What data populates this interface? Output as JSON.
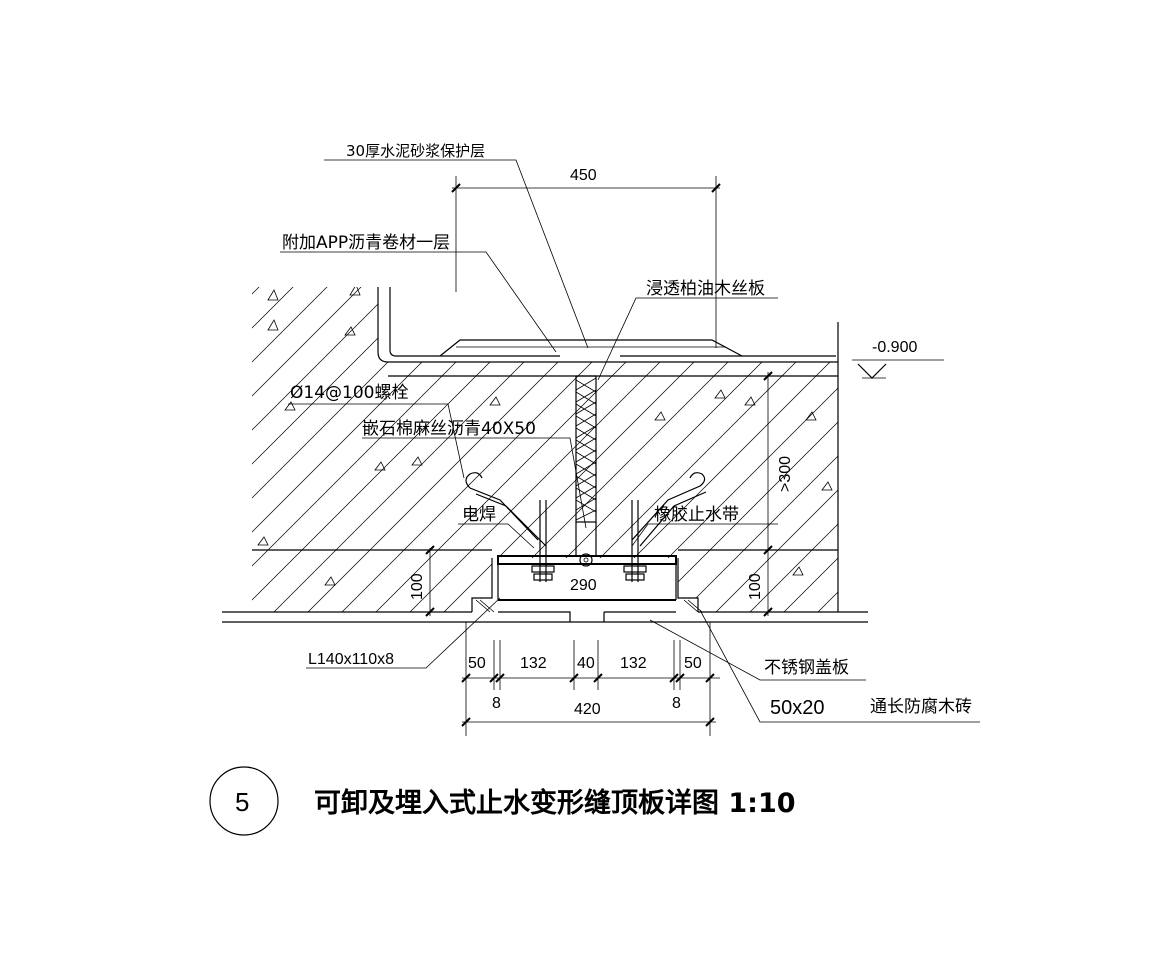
{
  "labels": {
    "mortar": "30厚水泥砂浆保护层",
    "app": "附加APP沥青卷材一层",
    "woodboard": "浸透柏油木丝板",
    "elevation": "-0.900",
    "bolt": "Ø14@100螺栓",
    "asbestos": "嵌石棉麻丝沥青40X50",
    "weld": "电焊",
    "rubber": "橡胶止水带",
    "angle": "L140x110x8",
    "cover": "不锈钢盖板",
    "brick_size": "50x20",
    "brick": "通长防腐木砖"
  },
  "dimensions": {
    "top": "450",
    "height": ">300",
    "left_100": "100",
    "right_100": "100",
    "inner": "290",
    "seg_50a": "50",
    "seg_132a": "132",
    "seg_40": "40",
    "seg_132b": "132",
    "seg_50b": "50",
    "seg_8a": "8",
    "total": "420",
    "seg_8b": "8"
  },
  "title": {
    "number": "5",
    "text": "可卸及埋入式止水变形缝顶板详图  1:10"
  }
}
